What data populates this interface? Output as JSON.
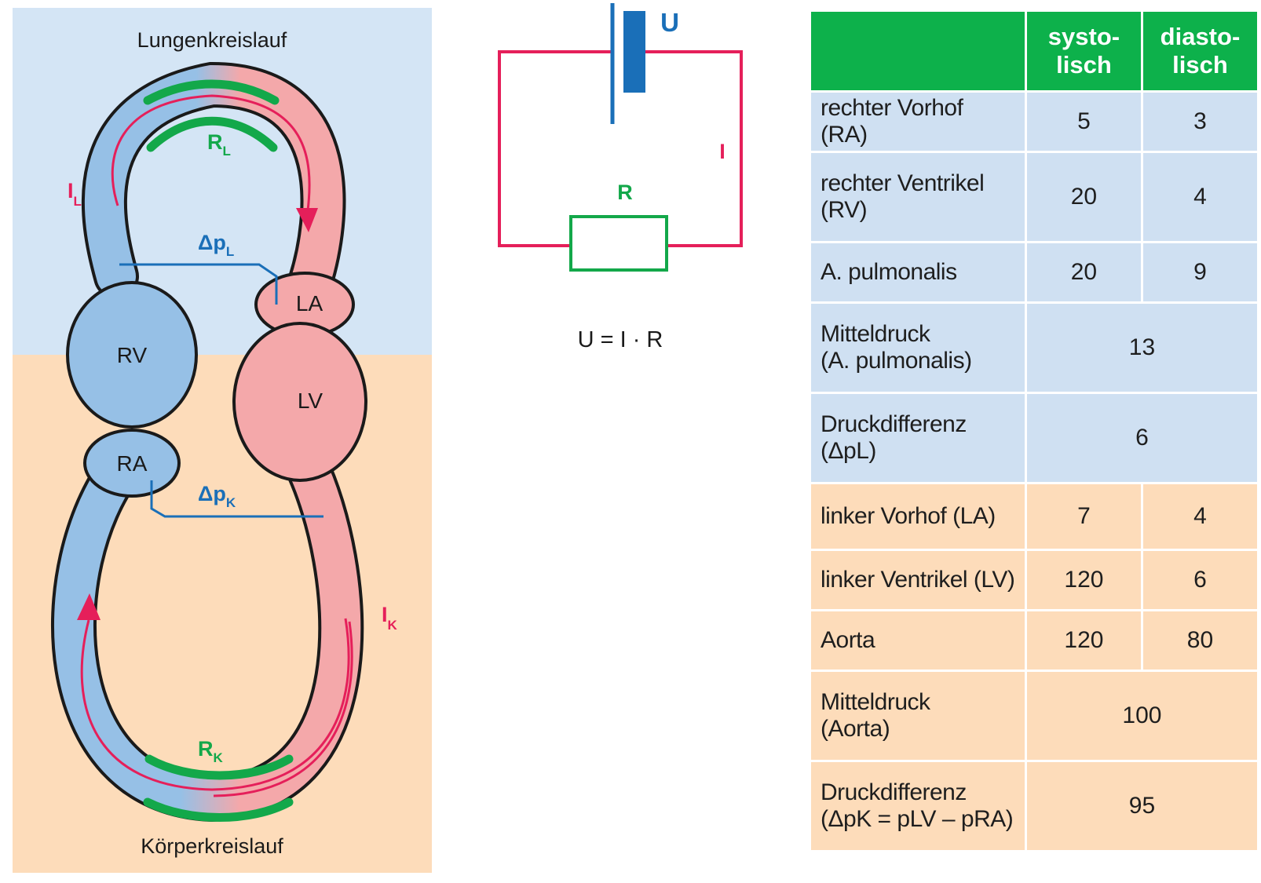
{
  "circulation": {
    "pulmonary_label": "Lungenkreislauf",
    "systemic_label": "Körperkreislauf",
    "chambers": {
      "rv": "RV",
      "ra": "RA",
      "la": "LA",
      "lv": "LV"
    },
    "resistance_pulmonary": {
      "base": "R",
      "sub": "L"
    },
    "resistance_systemic": {
      "base": "R",
      "sub": "K"
    },
    "current_pulmonary": {
      "base": "I",
      "sub": "L"
    },
    "current_systemic": {
      "base": "I",
      "sub": "K"
    },
    "pressure_diff_pulmonary": {
      "base": "Δp",
      "sub": "L"
    },
    "pressure_diff_systemic": {
      "base": "Δp",
      "sub": "K"
    }
  },
  "circuit": {
    "voltage_label": "U",
    "current_label": "I",
    "resistor_label": "R",
    "formula": "U = I · R"
  },
  "table": {
    "headers": [
      "",
      "systo-\nlisch",
      "diasto-\nlisch"
    ],
    "rows": [
      {
        "label": "rechter Vorhof (RA)",
        "sys": "5",
        "dia": "3",
        "group": "blue"
      },
      {
        "label": "rechter Ventrikel\n(RV)",
        "sys": "20",
        "dia": "4",
        "group": "blue"
      },
      {
        "label": "A. pulmonalis",
        "sys": "20",
        "dia": "9",
        "group": "blue"
      },
      {
        "label": "Mitteldruck\n(A. pulmonalis)",
        "merged": "13",
        "group": "blue"
      },
      {
        "label": "Druckdifferenz\n(ΔpL)",
        "merged": "6",
        "group": "blue"
      },
      {
        "label": "linker Vorhof (LA)",
        "sys": "7",
        "dia": "4",
        "group": "orange"
      },
      {
        "label": "linker Ventrikel (LV)",
        "sys": "120",
        "dia": "6",
        "group": "orange"
      },
      {
        "label": "Aorta",
        "sys": "120",
        "dia": "80",
        "group": "orange"
      },
      {
        "label": "Mitteldruck\n(Aorta)",
        "merged": "100",
        "group": "orange"
      },
      {
        "label": "Druckdifferenz\n(ΔpK = pLV – pRA)",
        "merged": "95",
        "group": "orange"
      }
    ]
  },
  "colors": {
    "panel_top": "#d4e5f5",
    "panel_bottom": "#fddcba",
    "venous_blue": "#96c0e6",
    "arterial_red": "#f4a8aa",
    "outline": "#1a1a1a",
    "resistance_green": "#13a84a",
    "current_pink": "#e51f5a",
    "pressure_blue": "#1a6fb8",
    "table_header_green": "#0db14b",
    "table_blue": "#cfe0f2",
    "table_orange": "#fddcba"
  }
}
